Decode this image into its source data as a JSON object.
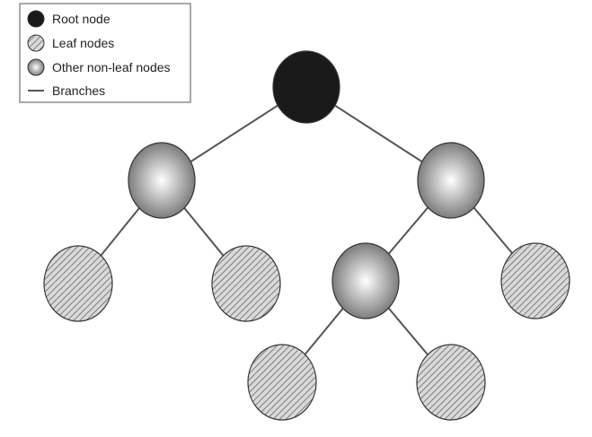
{
  "legend": {
    "items": [
      {
        "label": "Root node",
        "kind": "root"
      },
      {
        "label": "Leaf nodes",
        "kind": "leaf"
      },
      {
        "label": "Other non-leaf nodes",
        "kind": "internal"
      },
      {
        "label": "Branches",
        "kind": "branch"
      }
    ]
  },
  "tree": {
    "nodes": [
      {
        "id": "root",
        "kind": "root"
      },
      {
        "id": "internal-left",
        "kind": "internal"
      },
      {
        "id": "internal-right",
        "kind": "internal"
      },
      {
        "id": "leaf-1",
        "kind": "leaf"
      },
      {
        "id": "leaf-2",
        "kind": "leaf"
      },
      {
        "id": "internal-middle",
        "kind": "internal"
      },
      {
        "id": "leaf-3",
        "kind": "leaf"
      },
      {
        "id": "leaf-4",
        "kind": "leaf"
      },
      {
        "id": "leaf-5",
        "kind": "leaf"
      }
    ],
    "edges": [
      {
        "from": "root",
        "to": "internal-left"
      },
      {
        "from": "root",
        "to": "internal-right"
      },
      {
        "from": "internal-left",
        "to": "leaf-1"
      },
      {
        "from": "internal-left",
        "to": "leaf-2"
      },
      {
        "from": "internal-right",
        "to": "internal-middle"
      },
      {
        "from": "internal-right",
        "to": "leaf-3"
      },
      {
        "from": "internal-middle",
        "to": "leaf-4"
      },
      {
        "from": "internal-middle",
        "to": "leaf-5"
      }
    ]
  },
  "colors": {
    "root": "#1a1a1a",
    "branch": "#555555",
    "node_outline": "#333333",
    "leaf_fill": "#d9d9d9",
    "leaf_hatch": "#666666",
    "internal_center": "#ffffff",
    "internal_edge": "#707070"
  }
}
